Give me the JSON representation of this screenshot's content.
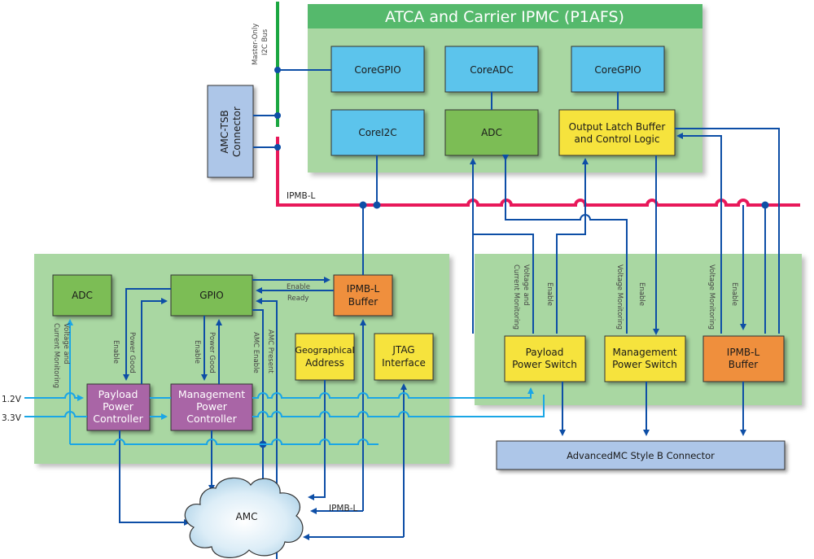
{
  "title": "ATCA and Carrier IPMC (P1AFS)",
  "colors": {
    "panel_green": "#a9d7a2",
    "title_green": "#55b96c",
    "core_blue": "#5bc4ec",
    "block_green": "#7bbd54",
    "yellow": "#f6e33c",
    "orange": "#ef8f3c",
    "purple": "#a965a6",
    "connector_blue": "#adc6e8",
    "bus_green": "#1aa640",
    "bus_red": "#e8185a",
    "signal_blue": "#0d4ea6",
    "power_cyan": "#1aa6e6"
  },
  "ipmc": {
    "coregpio_1": "CoreGPIO",
    "coreadc": "CoreADC",
    "coregpio_2": "CoreGPIO",
    "corei2c": "CoreI2C",
    "adc": "ADC",
    "latch_line1": "Output Latch Buffer",
    "latch_line2": "and Control Logic"
  },
  "left_side": {
    "bus_label_line1": "Master-Only",
    "bus_label_line2": "I2C Bus",
    "amc_tsb_line1": "AMC-TSB",
    "amc_tsb_line2": "Connector",
    "ipmb_l_bus_label": "IPMB-L"
  },
  "module": {
    "adc": "ADC",
    "gpio": "GPIO",
    "ipmb_buffer_line1": "IPMB-L",
    "ipmb_buffer_line2": "Buffer",
    "geo_line1": "Geographical",
    "geo_line2": "Address",
    "jtag_line1": "JTAG",
    "jtag_line2": "Interface",
    "ppc_line1": "Payload",
    "ppc_line2": "Power",
    "ppc_line3": "Controller",
    "mpc_line1": "Management",
    "mpc_line2": "Power",
    "mpc_line3": "Controller",
    "labels": {
      "vcm_line1": "Voltage and",
      "vcm_line2": "Current Monitoring",
      "enable": "Enable",
      "power_good": "Power Good",
      "enable_2": "Enable",
      "power_good_2": "Power Good",
      "amc_enable": "AMC Enable",
      "amc_present": "AMC Present",
      "buf_enable": "Enable",
      "buf_ready": "Ready"
    }
  },
  "inputs": {
    "v12": "1.2V",
    "v33": "3.3V"
  },
  "switches": {
    "pps_line1": "Payload",
    "pps_line2": "Power Switch",
    "mps_line1": "Management",
    "mps_line2": "Power Switch",
    "buf_line1": "IPMB-L",
    "buf_line2": "Buffer",
    "labels": {
      "vcm_line1": "Voltage and",
      "vcm_line2": "Current Monitoring",
      "enable_1": "Enable",
      "vm_1": "Voltage Monitoring",
      "enable_2": "Enable",
      "vm_2": "Voltage Monitoring",
      "enable_3": "Enable"
    }
  },
  "connector_b": "AdvancedMC Style B Connector",
  "amc": {
    "label": "AMC",
    "ipmb_l_label": "IPMB-L"
  }
}
